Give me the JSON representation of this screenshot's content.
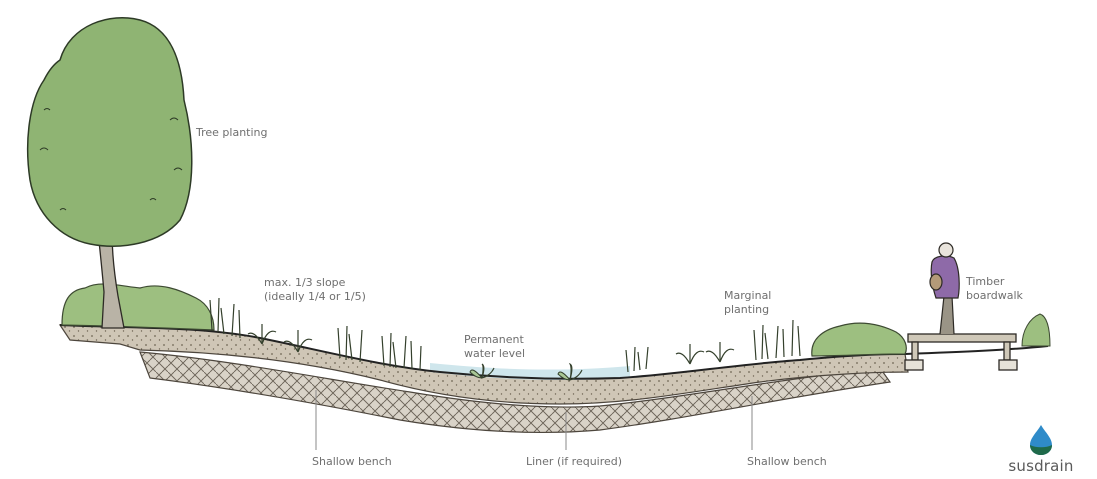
{
  "labels": {
    "tree": "Tree planting",
    "slope_line1": "max. 1/3 slope",
    "slope_line2": "(ideally 1/4 or 1/5)",
    "water_line1": "Permanent",
    "water_line2": "water level",
    "marginal_line1": "Marginal",
    "marginal_line2": "planting",
    "timber_line1": "Timber",
    "timber_line2": "boardwalk",
    "bench_left": "Shallow bench",
    "liner": "Liner (if required)",
    "bench_right": "Shallow bench"
  },
  "logo": {
    "text": "susdrain",
    "icon": "water-drop-icon",
    "color_top": "#2f8bc9",
    "color_bottom": "#1f6a4a"
  },
  "colors": {
    "foliage": "#8fb473",
    "trunk": "#b9b3a6",
    "soil": "#cfc6b6",
    "water": "#cfe6ec",
    "figure": "#8e6aa8"
  }
}
